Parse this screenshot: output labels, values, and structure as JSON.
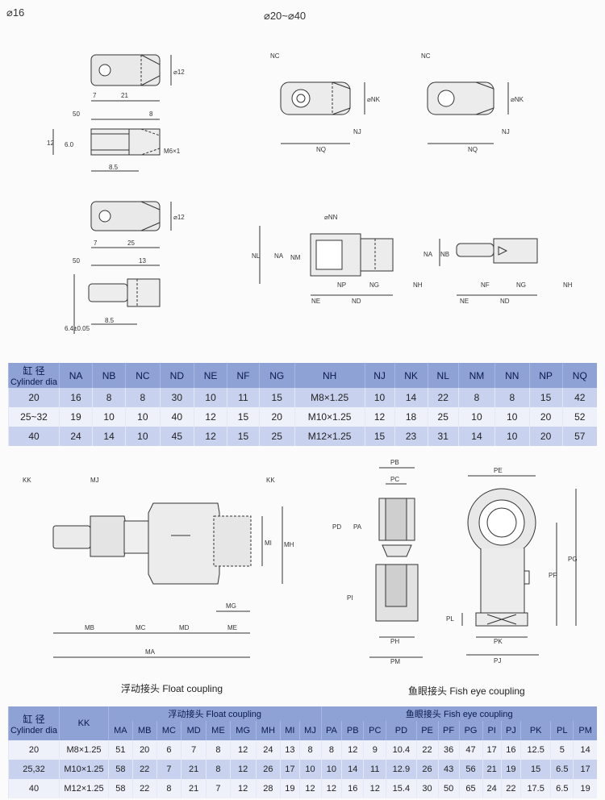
{
  "labels": {
    "d16": "⌀16",
    "d20_40": "⌀20~⌀40"
  },
  "dims": {
    "d12": "⌀12",
    "seven": "7",
    "twentyone": "21",
    "fifty": "50",
    "eight": "8",
    "twelve": "12",
    "sixty": "6.0",
    "m6": "M6×1",
    "eightfive": "8.5",
    "d12b": "⌀12",
    "sevenb": "7",
    "twentyfive": "25",
    "fiftyb": "50",
    "thirteen": "13",
    "sixfour": "6.4±0.05",
    "eightfiveb": "8.5",
    "nc": "NC",
    "nk": "⌀NK",
    "nj": "NJ",
    "nq": "NQ",
    "nc2": "NC",
    "nk2": "⌀NK",
    "nj2": "NJ",
    "nq2": "NQ",
    "nn": "⌀NN",
    "nl": "NL",
    "na": "NA",
    "nm": "NM",
    "np": "NP",
    "ng": "NG",
    "nh": "NH",
    "ne": "NE",
    "nd": "ND",
    "na2": "NA",
    "nb2": "NB",
    "nf2": "NF",
    "ng2": "NG",
    "nh2": "NH",
    "ne2": "NE",
    "nd2": "ND",
    "kk": "KK",
    "mj": "MJ",
    "kk2": "KK",
    "mi": "MI",
    "mh": "MH",
    "mg": "MG",
    "mb": "MB",
    "mc": "MC",
    "md": "MD",
    "me": "ME",
    "ma": "MA",
    "pb": "PB",
    "pc": "PC",
    "pd": "PD",
    "pa": "PA",
    "pi": "PI",
    "ph": "PH",
    "pm": "PM",
    "pe": "PE",
    "pf": "PF",
    "pg": "PG",
    "pl": "PL",
    "pk": "PK",
    "pj": "PJ"
  },
  "captions": {
    "float": "浮动接头 Float coupling",
    "fish": "鱼眼接头 Fish eye coupling"
  },
  "table1": {
    "head_cn": "缸  径",
    "head_en": "Cylinder dia",
    "cols": [
      "NA",
      "NB",
      "NC",
      "ND",
      "NE",
      "NF",
      "NG",
      "NH",
      "NJ",
      "NK",
      "NL",
      "NM",
      "NN",
      "NP",
      "NQ"
    ],
    "rows": [
      [
        "20",
        "16",
        "8",
        "8",
        "30",
        "10",
        "11",
        "15",
        "M8×1.25",
        "10",
        "14",
        "22",
        "8",
        "8",
        "15",
        "42"
      ],
      [
        "25~32",
        "19",
        "10",
        "10",
        "40",
        "12",
        "15",
        "20",
        "M10×1.25",
        "12",
        "18",
        "25",
        "10",
        "10",
        "20",
        "52"
      ],
      [
        "40",
        "24",
        "14",
        "10",
        "45",
        "12",
        "15",
        "25",
        "M12×1.25",
        "15",
        "23",
        "31",
        "14",
        "10",
        "20",
        "57"
      ]
    ]
  },
  "table2": {
    "head_cn": "缸  径",
    "head_en": "Cylinder dia",
    "kk": "KK",
    "group_float": "浮动接头 Float coupling",
    "group_fish": "鱼眼接头 Fish eye coupling",
    "cols": [
      "MA",
      "MB",
      "MC",
      "MD",
      "ME",
      "MG",
      "MH",
      "MI",
      "MJ",
      "PA",
      "PB",
      "PC",
      "PD",
      "PE",
      "PF",
      "PG",
      "PI",
      "PJ",
      "PK",
      "PL",
      "PM"
    ],
    "rows": [
      [
        "20",
        "M8×1.25",
        "51",
        "20",
        "6",
        "7",
        "8",
        "12",
        "24",
        "13",
        "8",
        "8",
        "12",
        "9",
        "10.4",
        "22",
        "36",
        "47",
        "17",
        "16",
        "12.5",
        "5",
        "14"
      ],
      [
        "25,32",
        "M10×1.25",
        "58",
        "22",
        "7",
        "21",
        "8",
        "12",
        "26",
        "17",
        "10",
        "10",
        "14",
        "11",
        "12.9",
        "26",
        "43",
        "56",
        "21",
        "19",
        "15",
        "6.5",
        "17"
      ],
      [
        "40",
        "M12×1.25",
        "58",
        "22",
        "8",
        "21",
        "7",
        "12",
        "28",
        "19",
        "12",
        "12",
        "16",
        "12",
        "15.4",
        "30",
        "50",
        "65",
        "24",
        "22",
        "17.5",
        "6.5",
        "19"
      ]
    ]
  }
}
